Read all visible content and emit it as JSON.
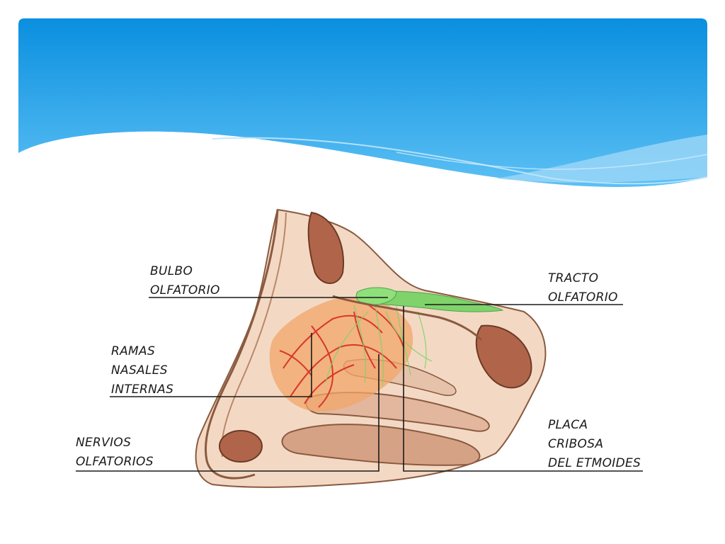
{
  "header": {
    "colors": {
      "top": "#0a8fdf",
      "bottom": "#5cc0f4",
      "wave_light": "#9dd7f7"
    }
  },
  "diagram": {
    "labels": {
      "bulbo": [
        "BULBO",
        "OLFATORIO"
      ],
      "tracto": [
        "TRACTO",
        "OLFATORIO"
      ],
      "ramas": [
        "RAMAS",
        "NASALES",
        "INTERNAS"
      ],
      "nervios": [
        "NERVIOS",
        "OLFATORIOS"
      ],
      "placa": [
        "PLACA",
        "CRIBOSA",
        "DEL ETMOIDES"
      ]
    },
    "colors": {
      "tissue": "#f3d9c4",
      "bone_outline": "#8a5a40",
      "cavity": "#b0654a",
      "vessel_red": "#d8372b",
      "nerve_orange": "#e49a3a",
      "olfactory_green": "#7fd36a",
      "leader_line": "#1a1a1a"
    }
  }
}
